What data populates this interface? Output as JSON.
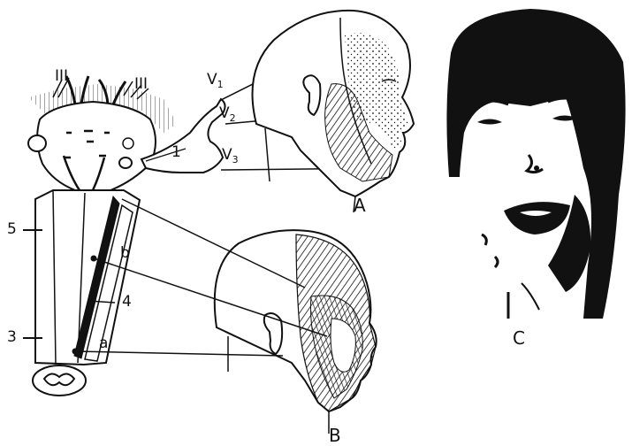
{
  "labels": {
    "cn_left": "III",
    "cn_right": "III",
    "v1": "V",
    "v1_sub": "1",
    "v2": "V",
    "v2_sub": "2",
    "v3": "V",
    "v3_sub": "3",
    "one": "1",
    "five": "5",
    "four": "4",
    "three": "3",
    "b": "b",
    "a": "a",
    "A": "A",
    "B": "B",
    "C": "C"
  },
  "colors": {
    "ink": "#111111",
    "paper": "#ffffff"
  }
}
